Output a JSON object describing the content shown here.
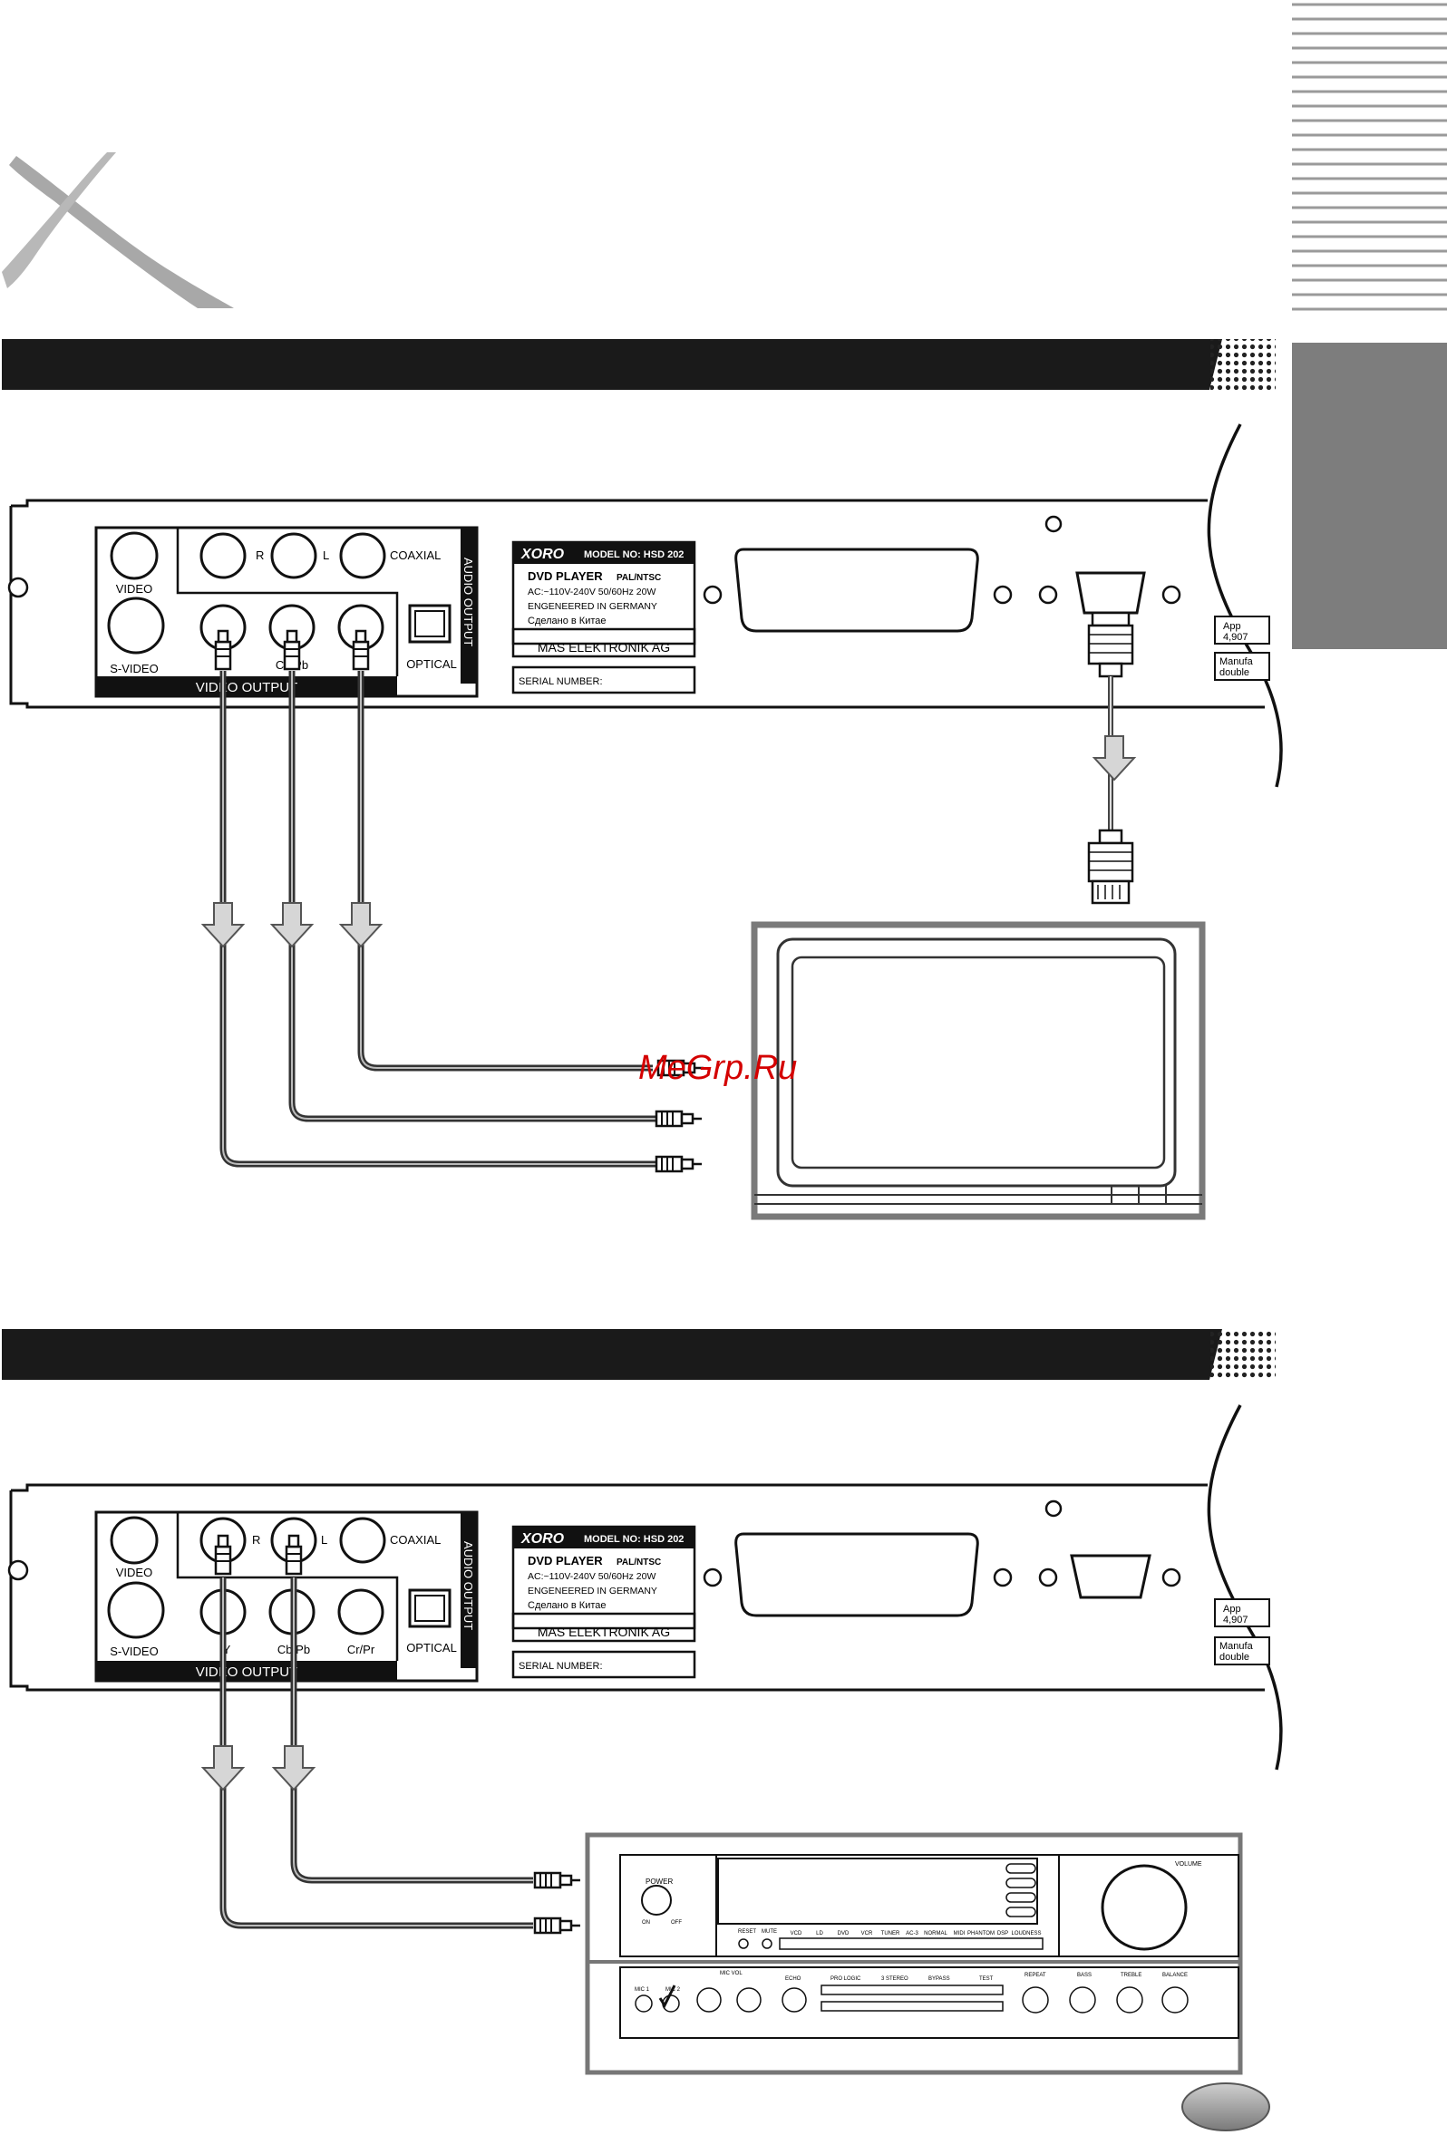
{
  "watermark": "MeGrp.Ru",
  "panel": {
    "video": "VIDEO",
    "svideo": "S-VIDEO",
    "r": "R",
    "l": "L",
    "coaxial": "COAXIAL",
    "optical": "OPTICAL",
    "audio_output": "AUDIO OUTPUT",
    "video_output": "VIDEO OUTPUT",
    "y": "Y",
    "cbpb": "Cb/Pb",
    "crpr": "Cr/Pr"
  },
  "label": {
    "brand": "XORO",
    "model": "MODEL NO: HSD 202",
    "product": "DVD PLAYER",
    "system": "PAL/NTSC",
    "power": "AC:~110V-240V 50/60Hz 20W",
    "engineered": "ENGENEERED IN GERMANY",
    "made_in": "Сделано в Китае",
    "company": "MAS ELEKTRONIK AG",
    "serial": "SERIAL NUMBER:"
  },
  "side_notes": {
    "approved_1": "App",
    "approved_2": "4,907",
    "manual_1": "Manufa",
    "manual_2": "double"
  },
  "receiver": {
    "power": "POWER",
    "on": "ON",
    "off": "OFF",
    "volume": "VOLUME",
    "reset": "RESET",
    "mute": "MUTE",
    "inputs": [
      "VCD",
      "LD",
      "DVD",
      "VCR",
      "TUNER",
      "AC-3",
      "NORMAL",
      "MIDI",
      "PHANTOM",
      "DSP",
      "LOUDNESS"
    ],
    "mic1": "MIC 1",
    "mic2": "MIC 2",
    "mic_vol": "MIC VOL",
    "echo": "ECHO",
    "pro_logic": "PRO LOGIC",
    "stereo": "3 STEREO",
    "bypass": "BYPASS",
    "test": "TEST",
    "repeat": "REPEAT",
    "bass": "BASS",
    "treble": "TREBLE",
    "balance": "BALANCE"
  }
}
